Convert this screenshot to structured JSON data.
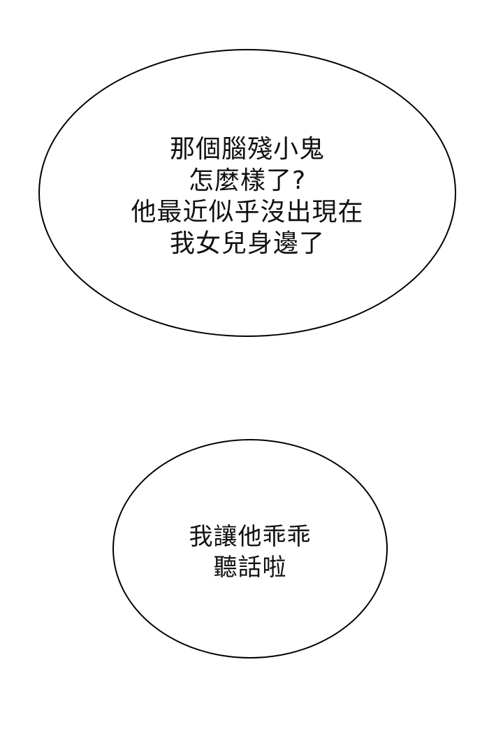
{
  "bubbles": [
    {
      "lines": [
        "那個腦殘小鬼",
        "怎麼樣了?",
        "他最近似乎沒出現在",
        "我女兒身邊了"
      ]
    },
    {
      "lines": [
        "我讓他乖乖",
        "聽話啦"
      ]
    }
  ]
}
